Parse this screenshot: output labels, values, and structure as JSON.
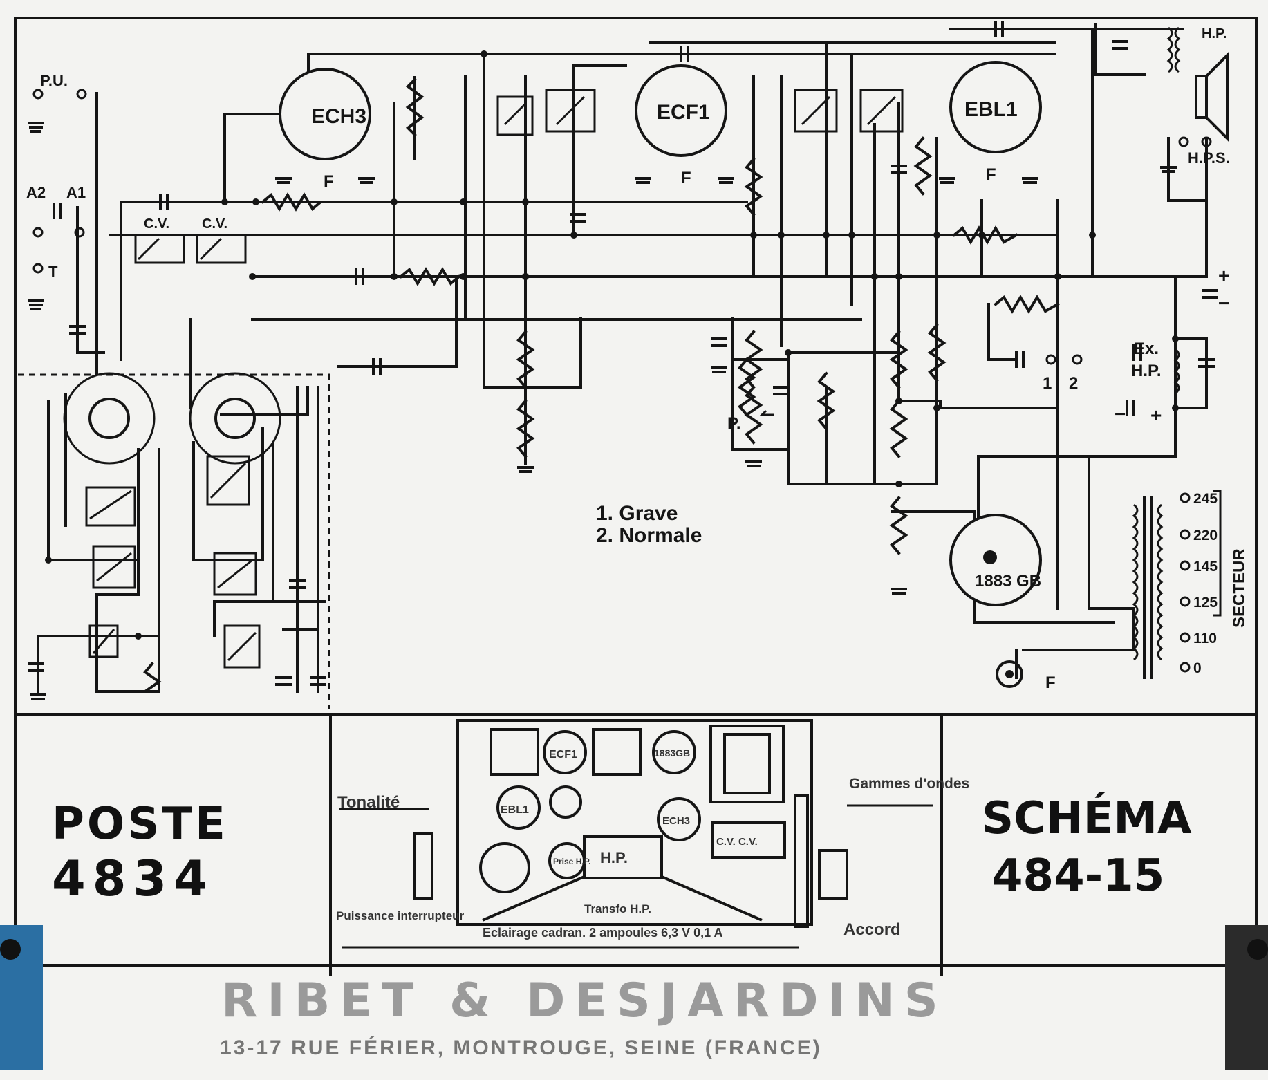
{
  "tubes": [
    {
      "name": "ECH3"
    },
    {
      "name": "ECF1"
    },
    {
      "name": "EBL1"
    },
    {
      "name": "1883 GB"
    }
  ],
  "labels": {
    "pu": "P.U.",
    "a2": "A2",
    "a1": "A1",
    "t": "T",
    "cv1": "C.V.",
    "cv2": "C.V.",
    "f1": "F",
    "f2": "F",
    "f3": "F",
    "f4": "F",
    "hp": "H.P.",
    "hps": "H.P.S.",
    "plus": "+",
    "minus": "−",
    "ex": "Ex.",
    "exhp": "H.P.",
    "sw1": "1",
    "sw2": "2",
    "cminus": "−",
    "cplus": "+",
    "p": "P.",
    "secteur": "SECTEUR"
  },
  "voltages": [
    "245",
    "220",
    "145",
    "125",
    "110",
    "0"
  ],
  "legend": {
    "line1": "1. Grave",
    "line2": "2. Normale"
  },
  "footer": {
    "poste_label": "POSTE",
    "poste_number": "4834",
    "schema_label": "SCHÉMA",
    "schema_number": "484-15",
    "manufacturer": "RIBET & DESJARDINS",
    "address": "13-17 RUE FÉRIER, MONTROUGE, SEINE (FRANCE)"
  },
  "chassis": {
    "tonalite": "Tonalité",
    "gammes": "Gammes d'ondes",
    "puissance": "Puissance interrupteur",
    "eclairage": "Eclairage cadran. 2 ampoules 6,3 V 0,1 A",
    "accord": "Accord",
    "transfo": "Transfo H.P.",
    "hp": "H.P.",
    "tube_ecf1": "ECF1",
    "tube_ebl1": "EBL1",
    "tube_ech3": "ECH3",
    "tube_1883": "1883GB",
    "prise_hp": "Prise H.P.",
    "cv": "C.V. C.V."
  },
  "colors": {
    "ink": "#151515",
    "paper": "#f3f3f1",
    "clip": "#2b6fa3"
  }
}
